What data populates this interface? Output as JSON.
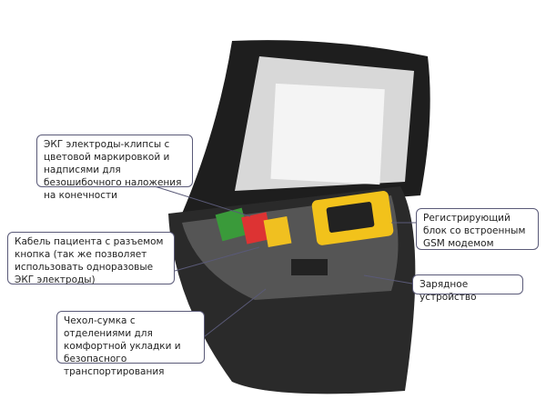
{
  "callouts": {
    "electrodes": "ЭКГ электроды-клипсы с цветовой маркировкой и надписями для безошибочного наложения на конечности",
    "cable": "Кабель пациента с разъемом кнопка (так же позволяет использовать одноразовые ЭКГ электроды)",
    "case": "Чехол-сумка с отделениями для комфортной укладки и безопасного транспортирования",
    "recorder": "Регистрирующий блок со встроенным GSM модемом",
    "charger": "Зарядное устройство"
  },
  "colors": {
    "recorder": "#f2c21b",
    "clip_green": "#3a9a3a",
    "clip_red": "#d33",
    "clip_yellow": "#f0c020"
  }
}
